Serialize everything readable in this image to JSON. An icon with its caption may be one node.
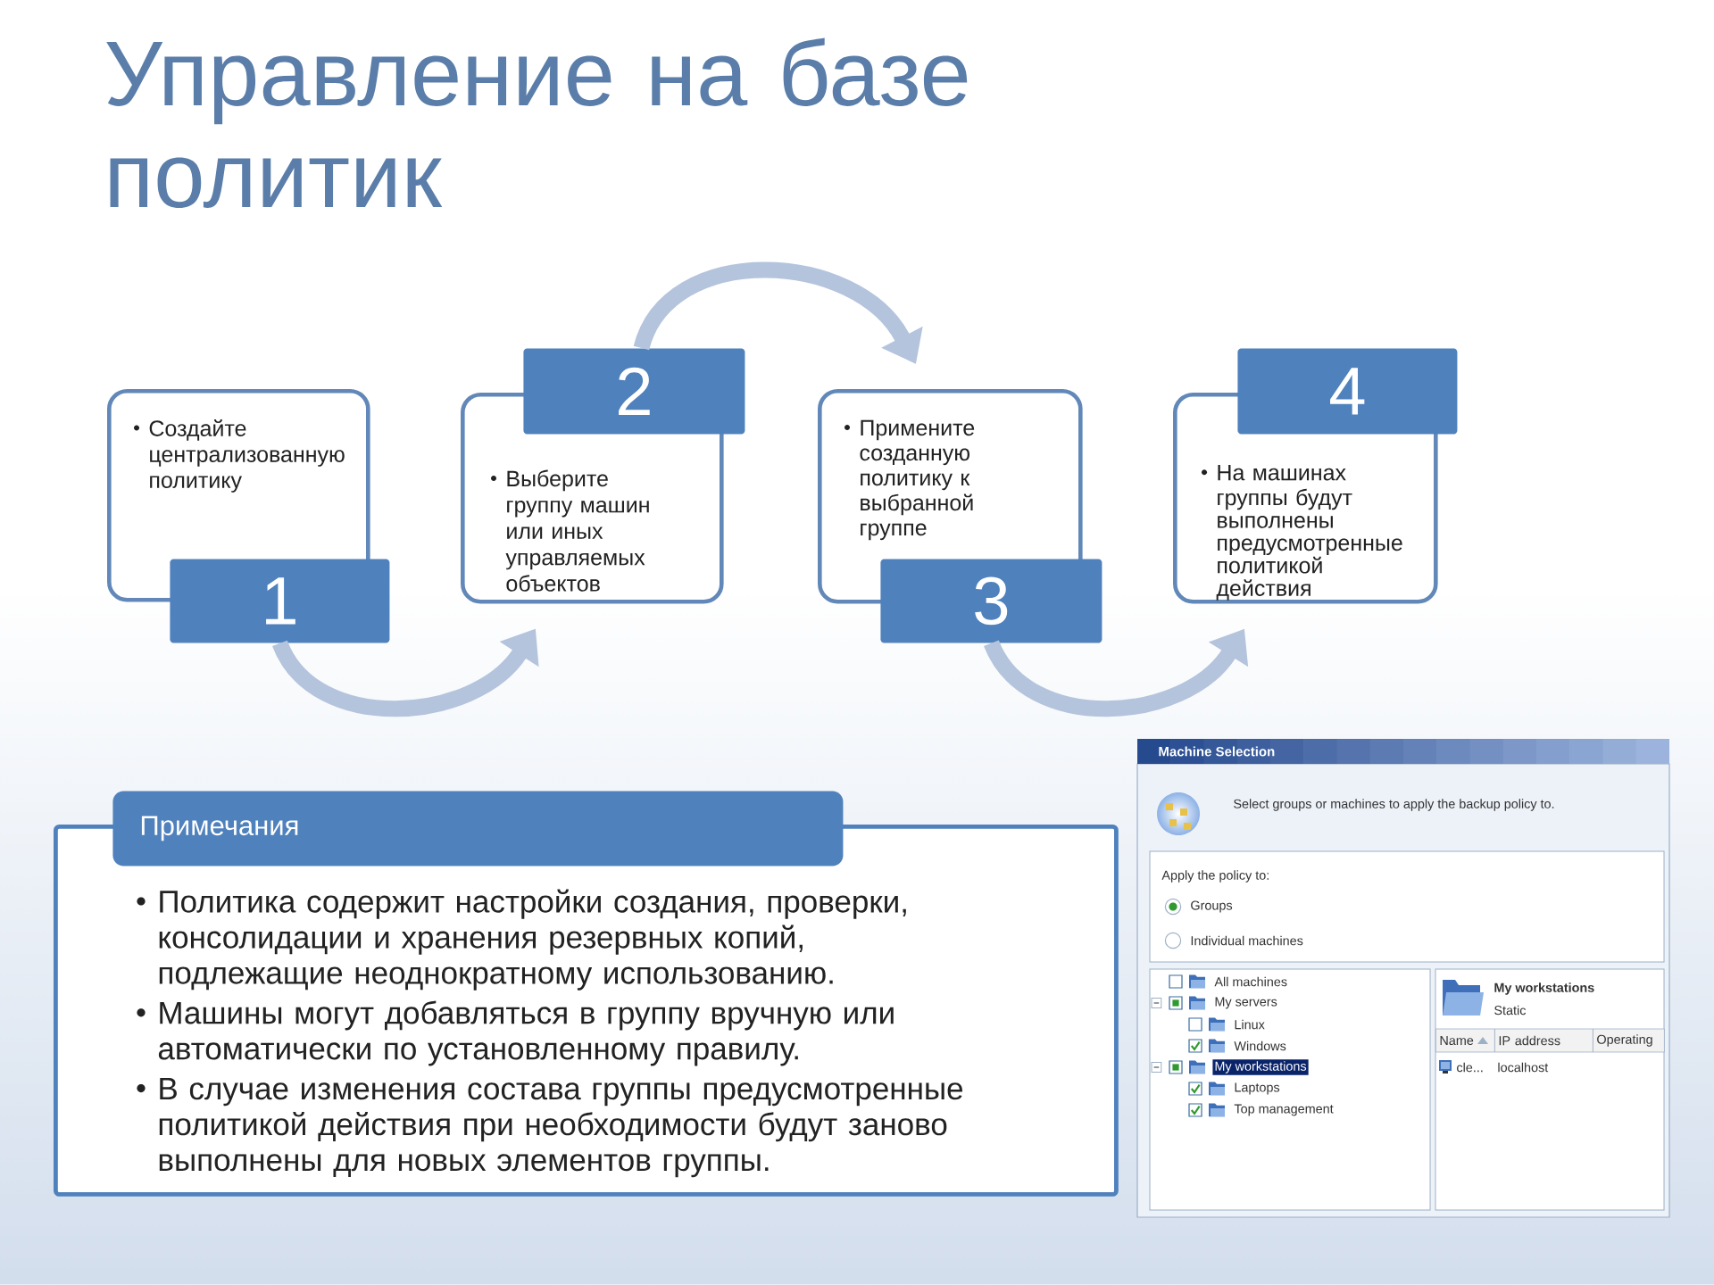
{
  "diagram": {
    "title": "Управление на базе политик",
    "nodes": [
      {
        "text": [
          "Создайте централизованную политику"
        ]
      },
      {
        "text": [
          "1"
        ]
      },
      {
        "text": [
          "2"
        ]
      },
      {
        "text": [
          "Выберите группу машин или иных управляемых объектов"
        ]
      },
      {
        "text": [
          "Примените созданную политику к выбранной группе"
        ]
      },
      {
        "text": [
          "3"
        ]
      },
      {
        "text": [
          "4"
        ]
      },
      {
        "text": [
          "На машинах группы будут выполнены предусмотренные политикой действия"
        ]
      },
      {
        "text": [
          "Примечания"
        ]
      },
      {
        "text": [
          "Политика содержит настройки создания, проверки, консолидации и хранения резервных копий, подлежащие неоднократному использованию.",
          "Машины могут добавляться в группу вручную или автоматически по установленному правилу.",
          "В случае изменения состава группы предусмотренные политикой действия при необходимости будут заново выполнены для новых элементов группы."
        ]
      }
    ],
    "edges": [
      {
        "from": 1,
        "to": 3,
        "arrow": "to"
      },
      {
        "from": 2,
        "to": 4,
        "arrow": "to"
      },
      {
        "from": 5,
        "to": 7,
        "arrow": "to"
      }
    ],
    "labels": [
      "Machine Selection",
      "Select groups or machines to apply the backup policy to.",
      "Apply the policy to:",
      "Groups",
      "Individual machines",
      "All machines",
      "My servers",
      "Linux",
      "Windows",
      "My workstations",
      "Laptops",
      "Top management",
      "My workstations",
      "Static",
      "Name",
      "IP address",
      "Operating",
      "cle...",
      "localhost"
    ]
  }
}
